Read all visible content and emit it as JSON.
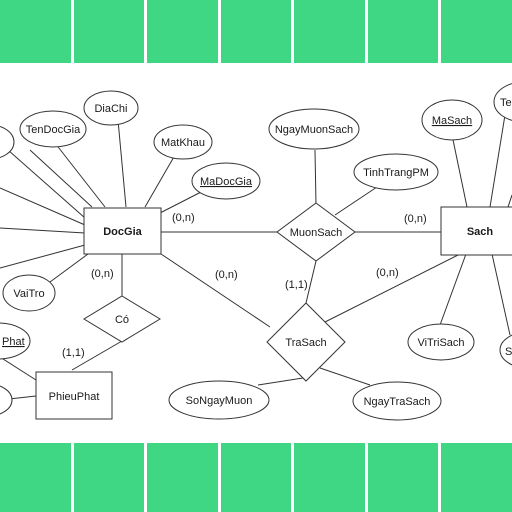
{
  "entities": [
    {
      "id": "docgia",
      "label": "DocGia"
    },
    {
      "id": "sach",
      "label": "Sach"
    },
    {
      "id": "phieuphat",
      "label": "PhieuPhat"
    }
  ],
  "relationships": [
    {
      "id": "muonsach",
      "label": "MuonSach"
    },
    {
      "id": "trasach",
      "label": "TraSach"
    },
    {
      "id": "co",
      "label": "Có"
    }
  ],
  "attributes": [
    {
      "id": "tendocgia",
      "label": "TenDocGia",
      "key": false
    },
    {
      "id": "diachi",
      "label": "DiaChi",
      "key": false
    },
    {
      "id": "matkhau",
      "label": "MatKhau",
      "key": false
    },
    {
      "id": "madocgia",
      "label": "MaDocGia",
      "key": true
    },
    {
      "id": "vaitro",
      "label": "VaiTro",
      "key": false
    },
    {
      "id": "ngaymuonsach",
      "label": "NgayMuonSach",
      "key": false
    },
    {
      "id": "tinhtrangpm",
      "label": "TinhTrangPM",
      "key": false
    },
    {
      "id": "masach",
      "label": "MaSach",
      "key": true
    },
    {
      "id": "ten",
      "label": "Ten",
      "key": false
    },
    {
      "id": "vitrisach",
      "label": "ViTriSach",
      "key": false
    },
    {
      "id": "s",
      "label": "S",
      "key": false
    },
    {
      "id": "songaymuon",
      "label": "SoNgayMuon",
      "key": false
    },
    {
      "id": "ngaytrasach",
      "label": "NgayTraSach",
      "key": false
    },
    {
      "id": "maphat",
      "label": "Phat",
      "key": true
    }
  ],
  "cardinalities": {
    "docgia_muonsach": "(0,n)",
    "sach_muonsach": "(0,n)",
    "docgia_co": "(0,n)",
    "docgia_trasach": "(0,n)",
    "sach_trasach": "(0,n)",
    "muonsach_trasach": "(1,1)",
    "phieuphat_co": "(1,1)"
  },
  "colors": {
    "band": "#3fd784",
    "stroke": "#333333",
    "fill": "#ffffff"
  }
}
